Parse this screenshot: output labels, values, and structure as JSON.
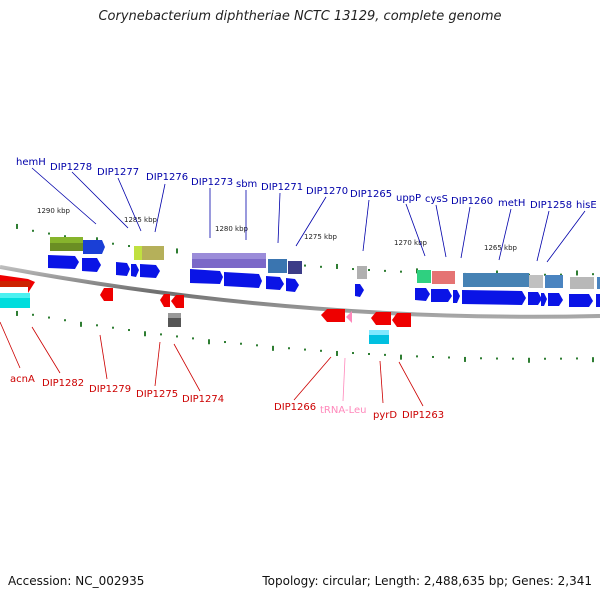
{
  "title": "Corynebacterium diphtheriae NCTC 13129, complete genome",
  "footer": {
    "accession": "Accession: NC_002935",
    "topology": "Topology: circular; Length: 2,488,635 bp; Genes: 2,341"
  },
  "colors": {
    "forward_label": "#0000aa",
    "reverse_label": "#cc0000",
    "trna_label": "#ff88bb",
    "backbone": "#808080"
  },
  "ticks": [
    "1290 kbp",
    "1285 kbp",
    "1280 kbp",
    "1275 kbp",
    "1270 kbp",
    "1265 kbp"
  ],
  "gene_labels_top": [
    "hemH",
    "DIP1278",
    "DIP1277",
    "DIP1276",
    "DIP1273",
    "sbm",
    "DIP1271",
    "DIP1270",
    "DIP1265",
    "uppP",
    "cysS",
    "DIP1260",
    "metH",
    "DIP1258",
    "hisE"
  ],
  "gene_labels_bottom": [
    "acnA",
    "DIP1282",
    "DIP1279",
    "DIP1275",
    "DIP1274",
    "DIP1266",
    "tRNA-Leu",
    "pyrD",
    "DIP1263"
  ]
}
